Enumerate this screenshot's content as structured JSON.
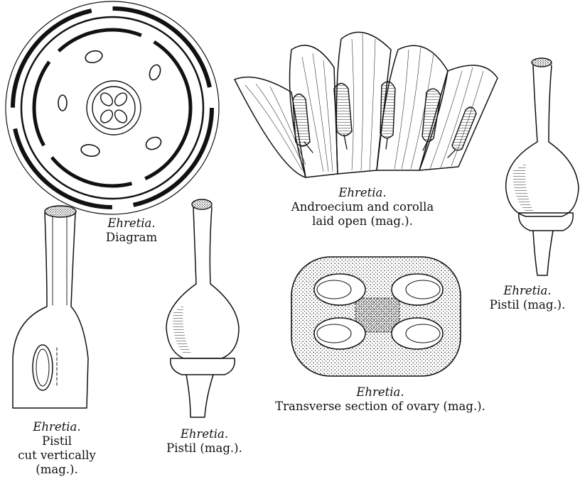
{
  "figures": {
    "diagram": {
      "genus": "Ehretia.",
      "line1": "Diagram"
    },
    "androecium": {
      "genus": "Ehretia.",
      "line1": "Androecium and corolla",
      "line2": "laid open (mag.)."
    },
    "pistil_right": {
      "genus": "Ehretia.",
      "line1": "Pistil (mag.)."
    },
    "pistil_vertical": {
      "genus": "Ehretia.",
      "line1": "Pistil",
      "line2": "cut vertically",
      "line3": "(mag.)."
    },
    "pistil_middle": {
      "genus": "Ehretia.",
      "line1": "Pistil (mag.)."
    },
    "transverse": {
      "genus": "Ehretia.",
      "line1": "Transverse section of ovary (mag.)."
    }
  }
}
